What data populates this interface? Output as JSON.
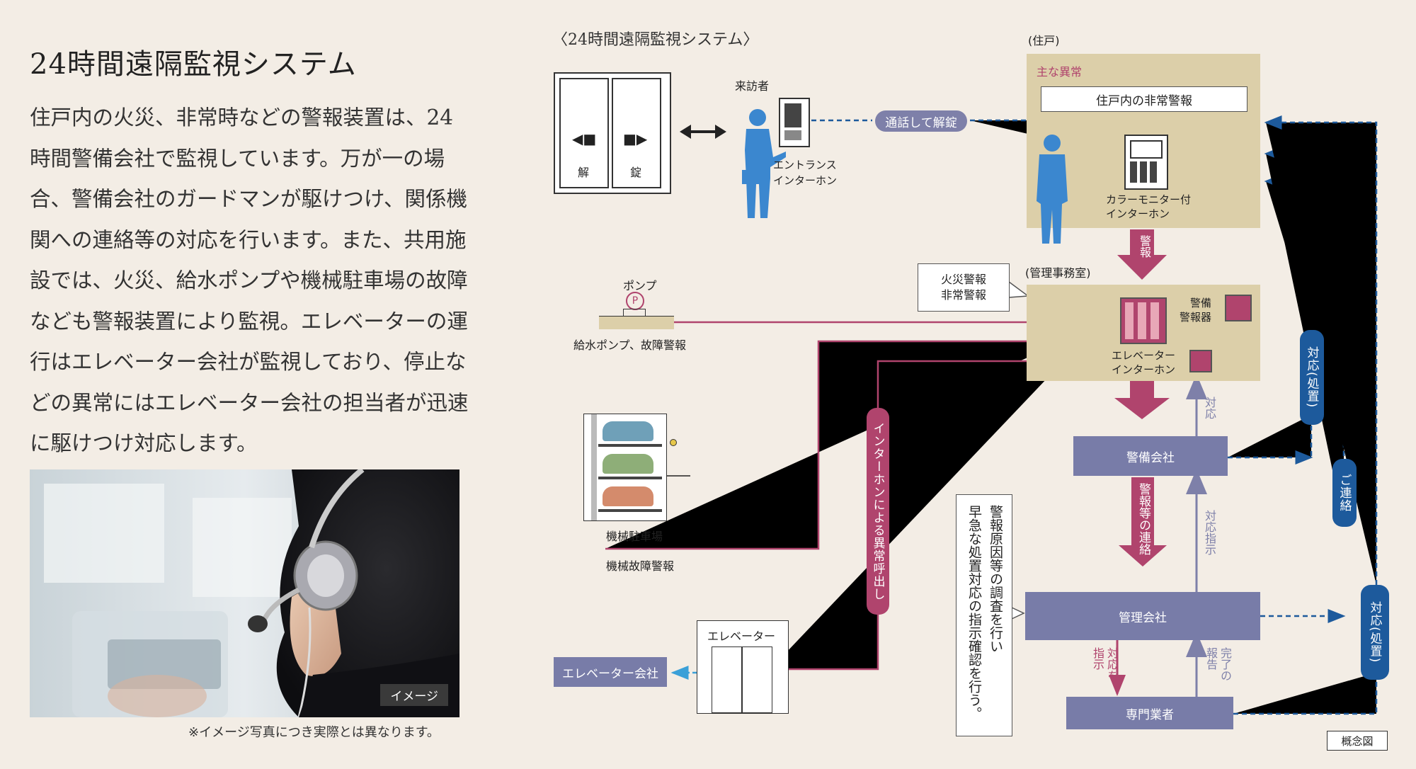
{
  "left": {
    "title": "24時間遠隔監視システム",
    "paragraph": "住戸内の火災、非常時などの警報装置は、24時間警備会社で監視しています。万が一の場合、警備会社のガードマンが駆けつけ、関係機関への連絡等の対応を行います。また、共用施設では、火災、給水ポンプや機械駐車場の故障なども警報装置により監視。エレベーターの運行はエレベーター会社が監視しており、停止などの異常にはエレベーター会社の担当者が迅速に駆けつけ対応します。",
    "photo_tag": "イメージ",
    "caption": "※イメージ写真につき実際とは異なります。"
  },
  "diagram": {
    "title": "〈24時間遠隔監視システム〉",
    "door_left": "解",
    "door_right": "錠",
    "visitor": "来訪者",
    "entrance_intercom": "エントランス\nインターホン",
    "talk_unlock": "通話して解錠",
    "unit_label": "(住戸)",
    "main_abnormal": "主な異常",
    "unit_alarm": "住戸内の非常警報",
    "color_monitor": "カラーモニター付\nインターホン",
    "alarm": "警報",
    "fire_alarm": "火災警報\n非常警報",
    "mgmt_office": "(管理事務室)",
    "security_alarm": "警備\n警報器",
    "elevator_intercom": "エレベーター\nインターホン",
    "pump": "ポンプ",
    "pump_mark": "P",
    "pump_alarm": "給水ポンプ、故障警報",
    "parking": "機械駐車場",
    "parking_alarm": "機械故障警報",
    "intercom_call": "インターホンによる異常呼出し",
    "elevator": "エレベーター",
    "elevator_company": "エレベーター会社",
    "security_company": "警備会社",
    "response": "対応",
    "alarm_contact": "警報等の連絡",
    "response_instruction": "対応指示",
    "mgmt_company": "管理会社",
    "investigation": "警報原因等の調査を行い\n早急な処置対応の指示確認を行う。",
    "request_response": "対応を\n指示",
    "completion_report": "完了の\n報告",
    "specialist": "専門業者",
    "response_treatment_1": "対応(処置)",
    "contact": "ご連絡",
    "response_treatment_2": "対応(処置)",
    "concept": "概念図"
  }
}
